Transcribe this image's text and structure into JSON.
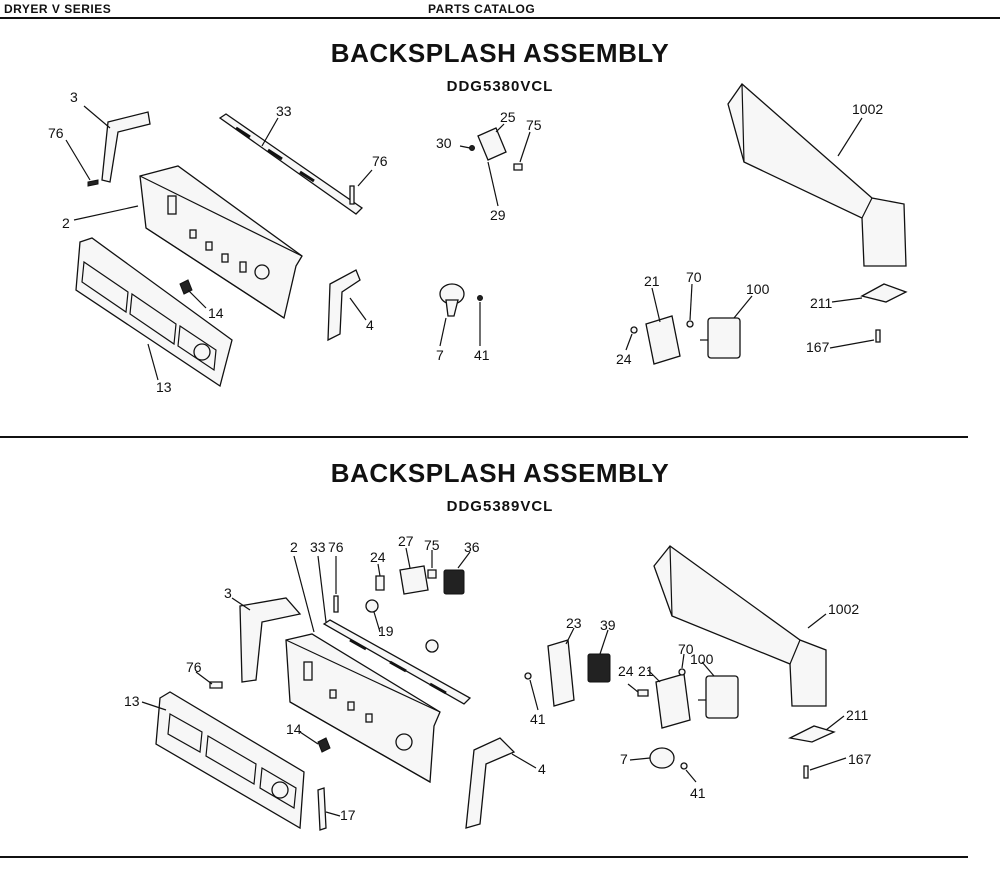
{
  "header": {
    "left": "DRYER V SERIES",
    "center": "PARTS CATALOG"
  },
  "sections": [
    {
      "title": "BACKSPLASH ASSEMBLY",
      "model": "DDG5380VCL",
      "callouts": [
        "3",
        "76",
        "2",
        "33",
        "76",
        "14",
        "13",
        "4",
        "30",
        "25",
        "75",
        "29",
        "7",
        "41",
        "1002",
        "21",
        "70",
        "100",
        "24",
        "211",
        "167"
      ]
    },
    {
      "title": "BACKSPLASH ASSEMBLY",
      "model": "DDG5389VCL",
      "callouts": [
        "2",
        "33",
        "76",
        "24",
        "27",
        "75",
        "36",
        "3",
        "19",
        "76",
        "13",
        "14",
        "17",
        "4",
        "23",
        "39",
        "70",
        "100",
        "24",
        "21",
        "41",
        "7",
        "41",
        "1002",
        "211",
        "167"
      ]
    }
  ]
}
